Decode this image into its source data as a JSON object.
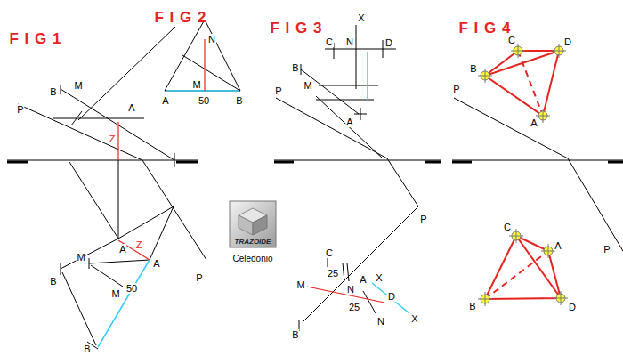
{
  "diagram": {
    "labels": [
      "F I G 1",
      "F I G 2",
      "F I G 3",
      "F I G 4",
      "B",
      "M",
      "P",
      "A",
      "Z",
      "A",
      "Z",
      "A",
      "M",
      "B",
      "M",
      "50",
      "B",
      "P",
      "N",
      "A",
      "M",
      "50",
      "B",
      "X",
      "C",
      "N",
      "D",
      "B",
      "P",
      "M",
      "A",
      "C",
      "25",
      "N",
      "A",
      "X",
      "M",
      "25",
      "D",
      "N",
      "X",
      "B",
      "P",
      "TRAZOIDE",
      "Celedonio",
      "P",
      "C",
      "D",
      "B",
      "A",
      "P",
      "C",
      "A",
      "B",
      "D"
    ]
  }
}
